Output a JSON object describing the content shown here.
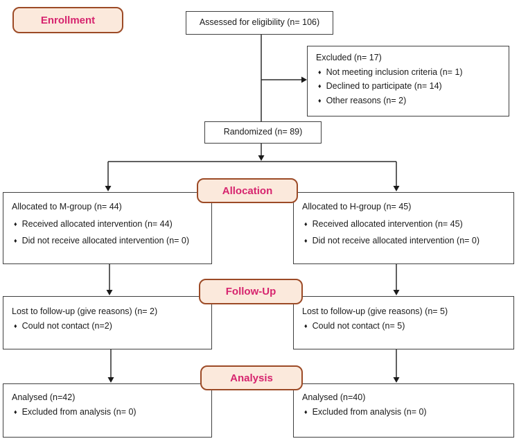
{
  "bullet_glyph": "♦",
  "stage_labels": {
    "enrollment": "Enrollment",
    "allocation": "Allocation",
    "follow_up": "Follow-Up",
    "analysis": "Analysis"
  },
  "nodes": {
    "assessed": {
      "text": "Assessed for eligibility (n= 106)"
    },
    "excluded": {
      "title": "Excluded (n= 17)",
      "bullets": [
        "Not meeting inclusion criteria (n= 1)",
        "Declined to participate (n= 14)",
        "Other reasons (n= 2)"
      ]
    },
    "randomized": {
      "text": "Randomized (n= 89)"
    },
    "allocation_left": {
      "title": "Allocated to M-group (n= 44)",
      "bullets": [
        "Received allocated intervention (n= 44)",
        "Did not receive allocated intervention (n= 0)"
      ]
    },
    "allocation_right": {
      "title": "Allocated to H-group (n= 45)",
      "bullets": [
        "Received allocated intervention (n= 45)",
        "Did not receive allocated intervention (n= 0)"
      ]
    },
    "followup_left": {
      "title": "Lost to follow-up (give reasons) (n= 2)",
      "bullets": [
        "Could not contact (n=2)"
      ]
    },
    "followup_right": {
      "title": "Lost to follow-up (give reasons) (n= 5)",
      "bullets": [
        "Could not contact (n= 5)"
      ]
    },
    "analysis_left": {
      "title": "Analysed (n=42)",
      "bullets": [
        "Excluded from analysis (n= 0)"
      ]
    },
    "analysis_right": {
      "title": "Analysed (n=40)",
      "bullets": [
        "Excluded from analysis (n= 0)"
      ]
    }
  },
  "colors": {
    "stage_fill": "#fbe9dc",
    "stage_border": "#9c4a26",
    "stage_text": "#d6246e",
    "box_border": "#3f3f3f",
    "connector_line": "#2b2b2b",
    "body_text": "#1a1a1a",
    "background": "#ffffff"
  }
}
